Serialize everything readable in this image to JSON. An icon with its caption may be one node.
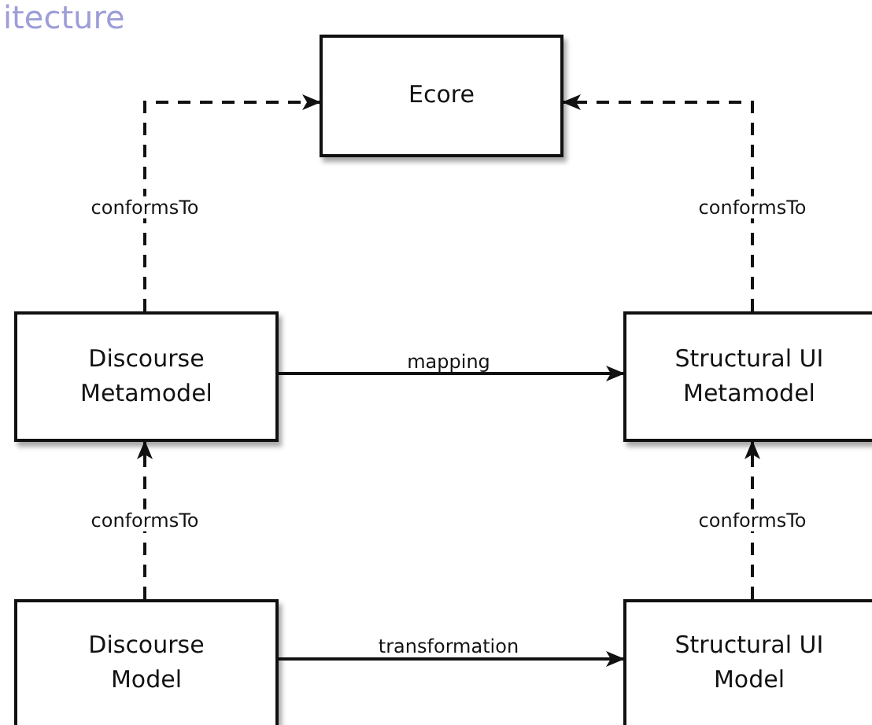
{
  "diagram": {
    "title": "itecture",
    "nodes": [
      {
        "text": [
          "Ecore"
        ]
      },
      {
        "text": [
          "Discourse Metamodel"
        ]
      },
      {
        "text": [
          "Structural UI Metamodel"
        ]
      },
      {
        "text": [
          "Discourse Model"
        ]
      },
      {
        "text": [
          "Structural UI Model"
        ]
      }
    ],
    "edges": [
      {
        "from": 1,
        "to": 0,
        "arrow": "to",
        "style": "dashed",
        "label": "conformsTo"
      },
      {
        "from": 2,
        "to": 0,
        "arrow": "to",
        "style": "dashed",
        "label": "conformsTo"
      },
      {
        "from": 1,
        "to": 2,
        "arrow": "to",
        "label": "mapping"
      },
      {
        "from": 3,
        "to": 1,
        "arrow": "to",
        "style": "dashed",
        "label": "conformsTo"
      },
      {
        "from": 4,
        "to": 2,
        "arrow": "to",
        "style": "dashed",
        "label": "conformsTo"
      },
      {
        "from": 3,
        "to": 4,
        "arrow": "to",
        "label": "transformation"
      }
    ]
  }
}
